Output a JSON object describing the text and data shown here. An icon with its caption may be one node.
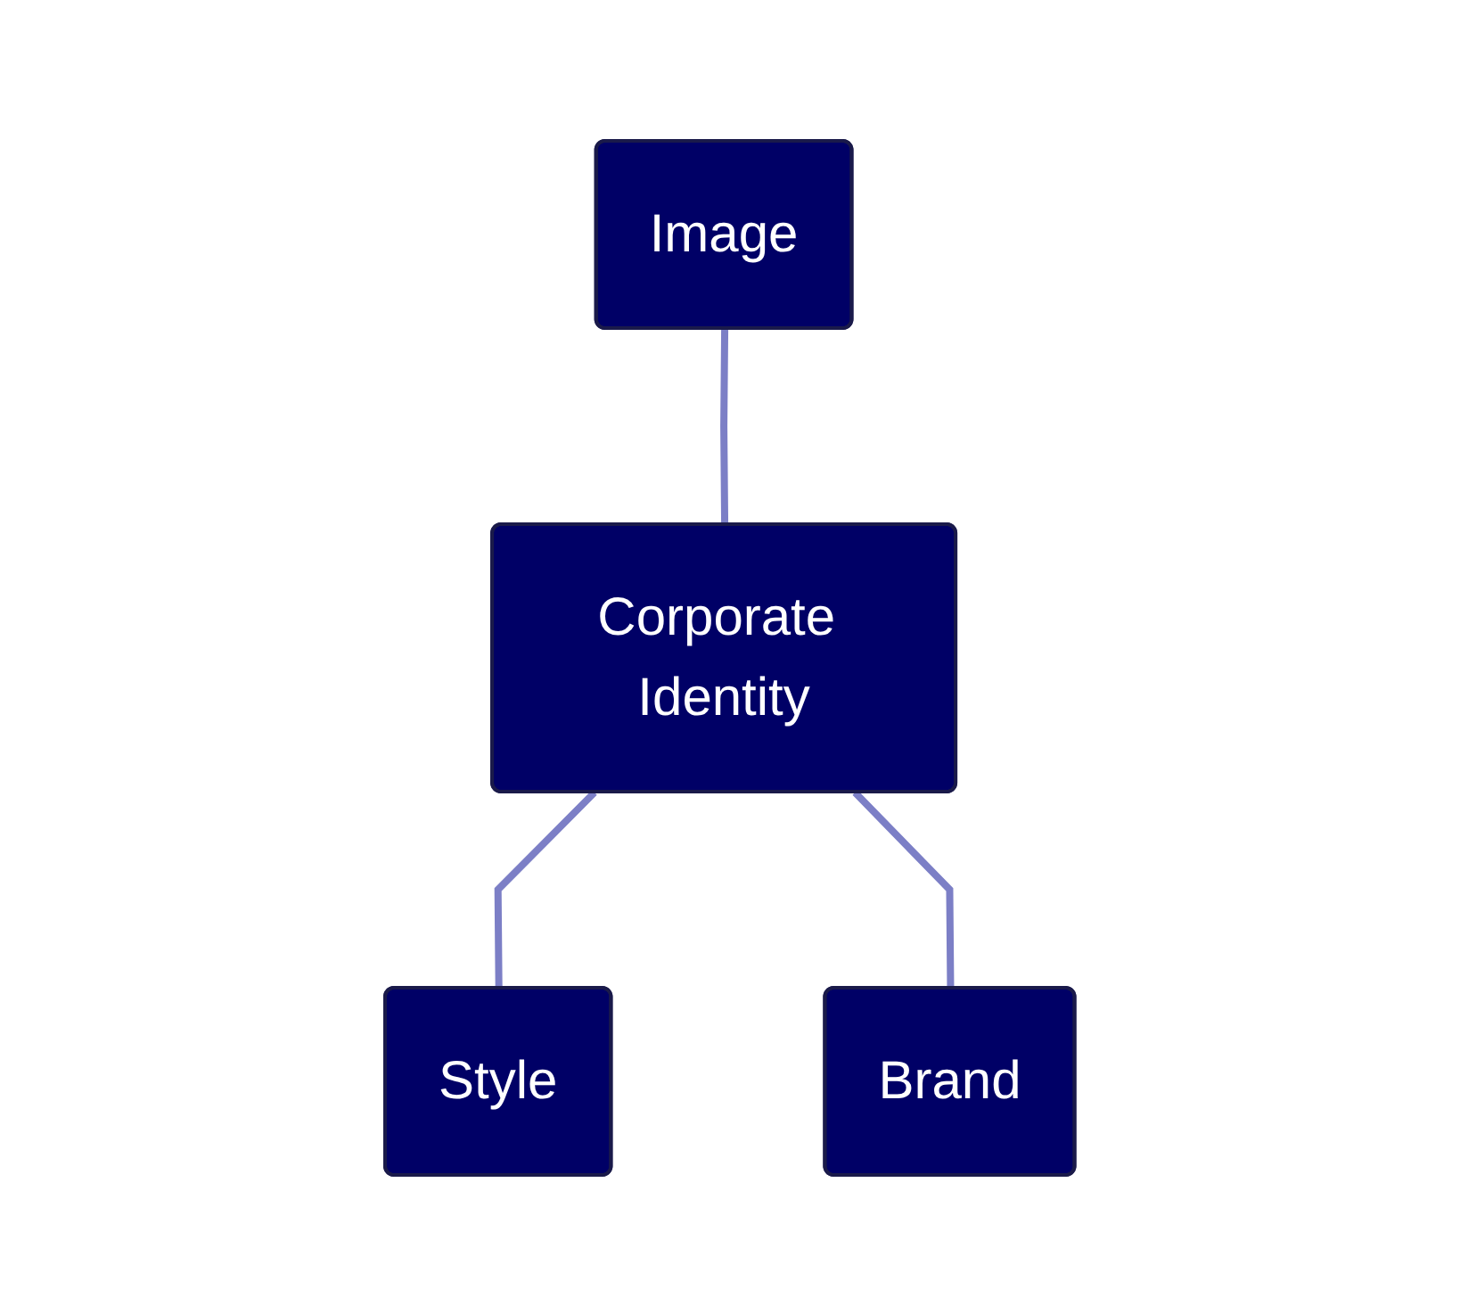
{
  "diagram": {
    "nodes": [
      {
        "text": [
          "Image"
        ]
      },
      {
        "text": [
          "Corporate Identity"
        ]
      },
      {
        "text": [
          "Style"
        ]
      },
      {
        "text": [
          "Brand"
        ]
      }
    ],
    "edges": [
      {
        "from": 0,
        "to": 1,
        "arrow": "none"
      },
      {
        "from": 1,
        "to": 2,
        "arrow": "none"
      },
      {
        "from": 1,
        "to": 3,
        "arrow": "none"
      }
    ]
  }
}
